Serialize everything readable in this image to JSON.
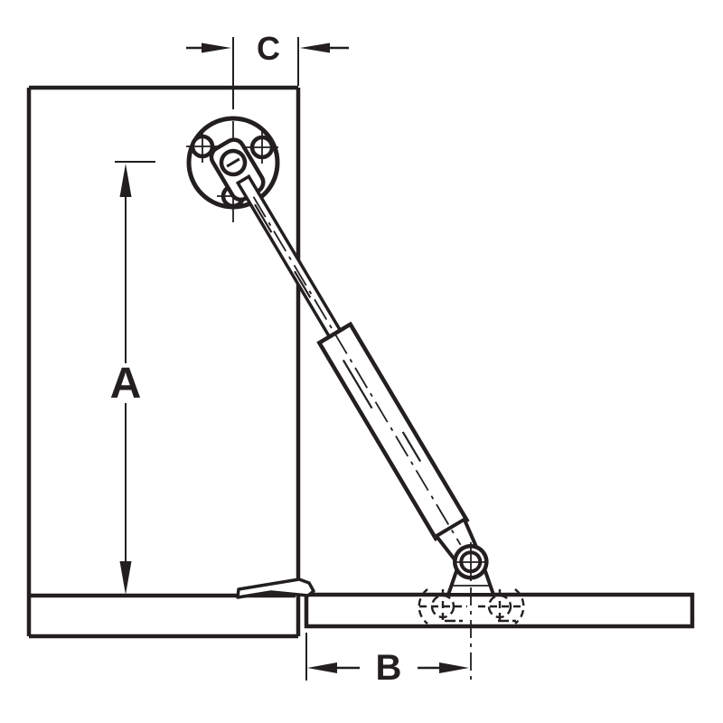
{
  "diagram": {
    "background_color": "#ffffff",
    "line_color": "#231f20",
    "dimensions": {
      "a": {
        "label": "A"
      },
      "b": {
        "label": "B"
      },
      "c": {
        "label": "C"
      }
    }
  }
}
